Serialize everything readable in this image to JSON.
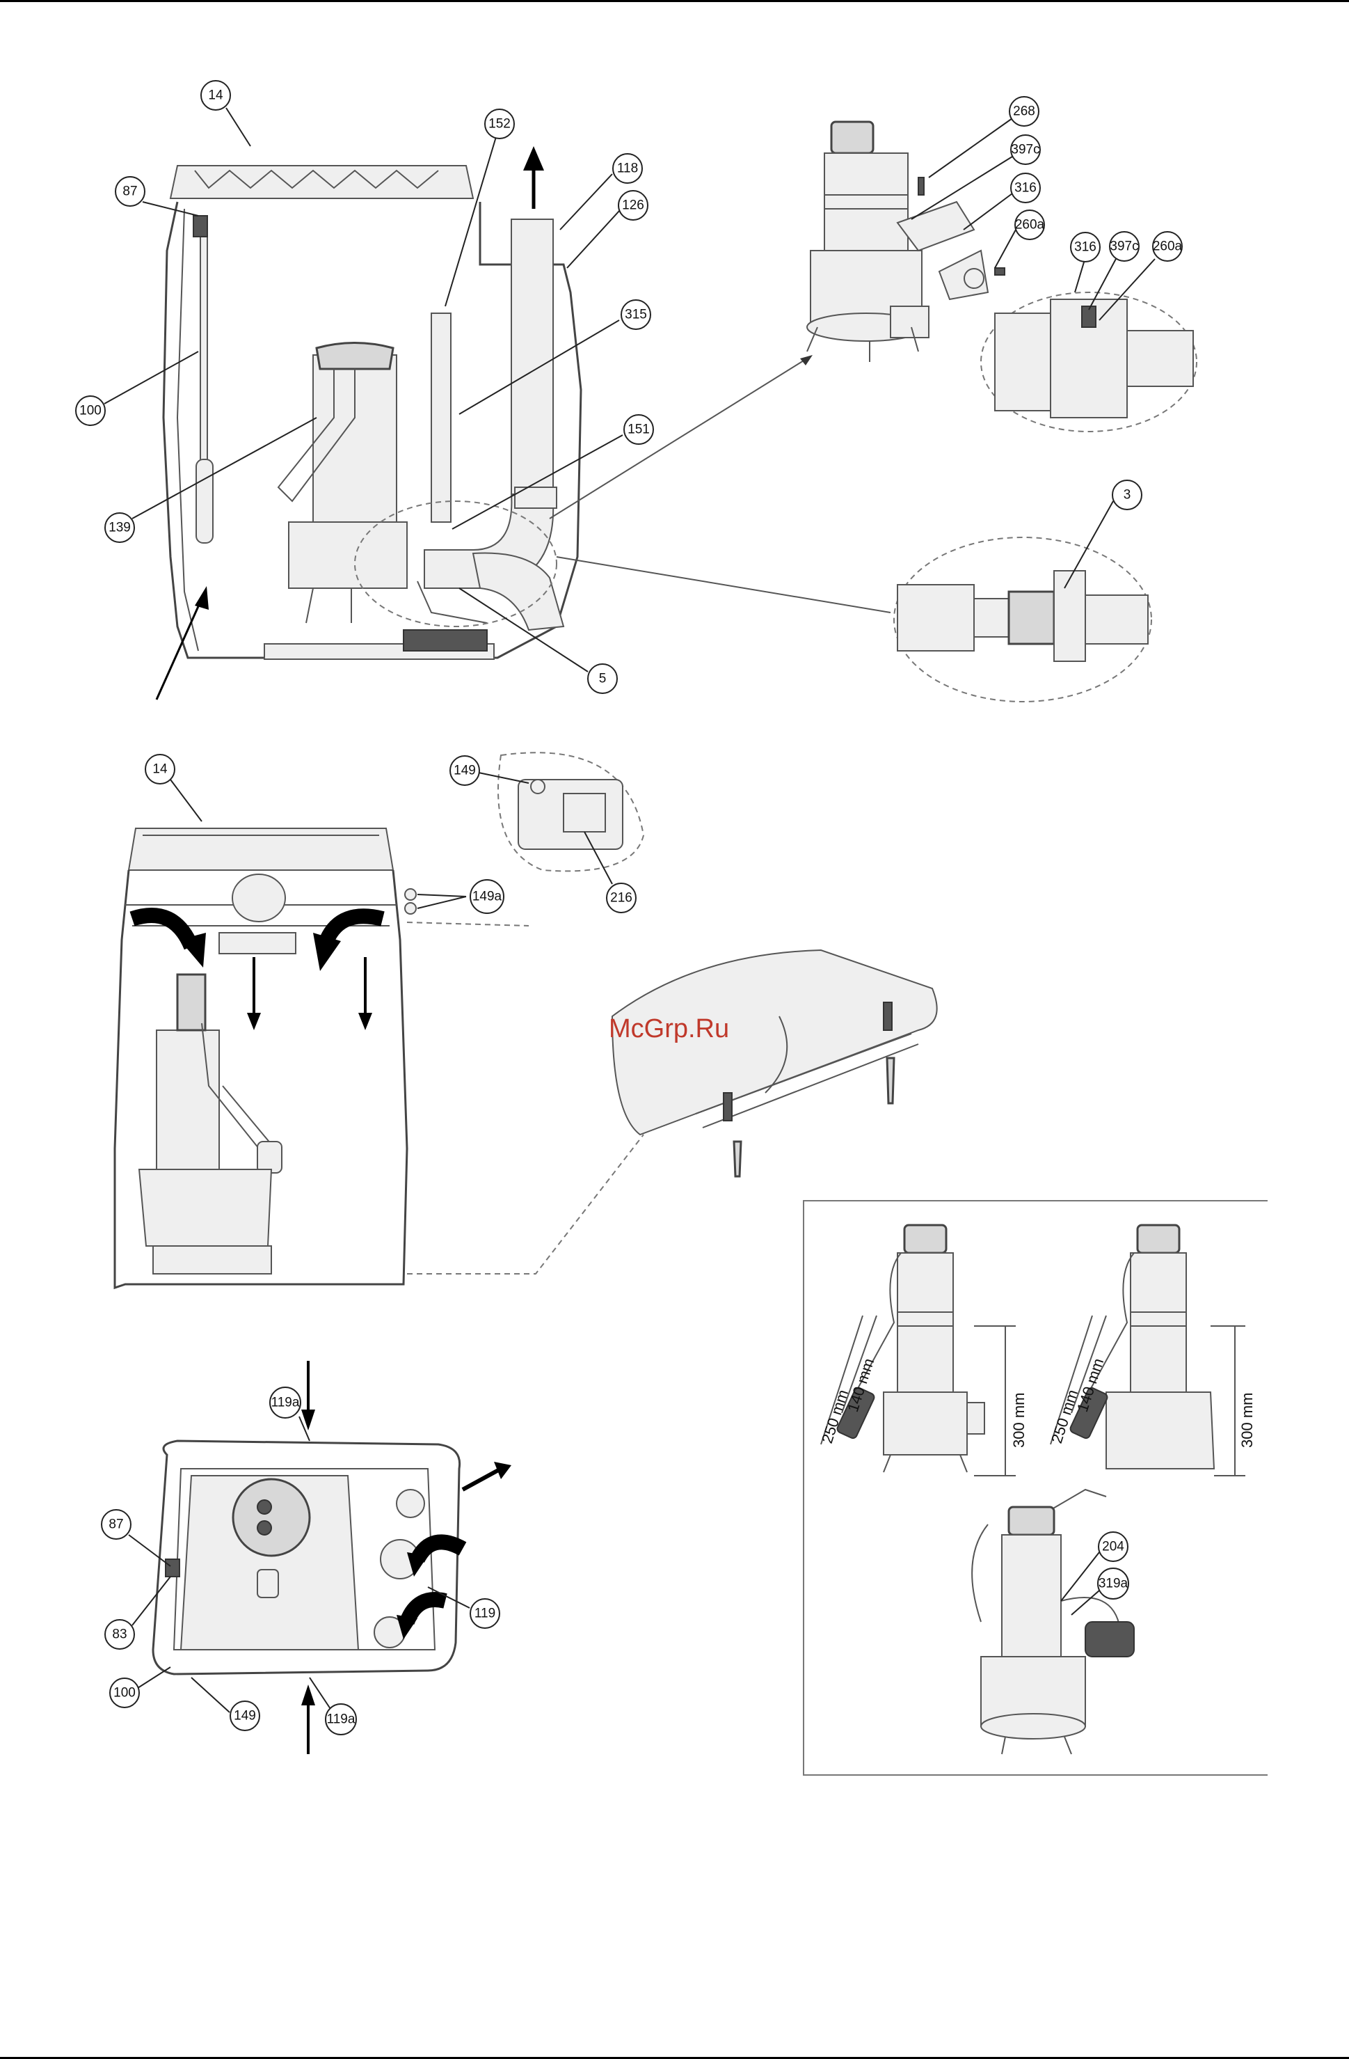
{
  "callouts": {
    "c14a": "14",
    "c87a": "87",
    "c100a": "100",
    "c139": "139",
    "c152": "152",
    "c118": "118",
    "c126": "126",
    "c315": "315",
    "c151": "151",
    "c5": "5",
    "c268": "268",
    "c397c_a": "397c",
    "c316_a": "316",
    "c260a_a": "260a",
    "c316_b": "316",
    "c397c_b": "397c",
    "c260a_b": "260a",
    "c3": "3",
    "c14b": "14",
    "c149a": "149",
    "c216": "216",
    "c149a_label": "149a",
    "c119a_top": "119a",
    "c87b": "87",
    "c83": "83",
    "c100b": "100",
    "c149b": "149",
    "c119a_bottom": "119a",
    "c119": "119",
    "c204": "204",
    "c319a": "319a"
  },
  "dimensions": {
    "d250_left": "250 mm",
    "d140_left": "140 mm",
    "d300_left": "300 mm",
    "d250_right": "250 mm",
    "d140_right": "140 mm",
    "d300_right": "300 mm"
  },
  "watermark": "McGrp.Ru"
}
